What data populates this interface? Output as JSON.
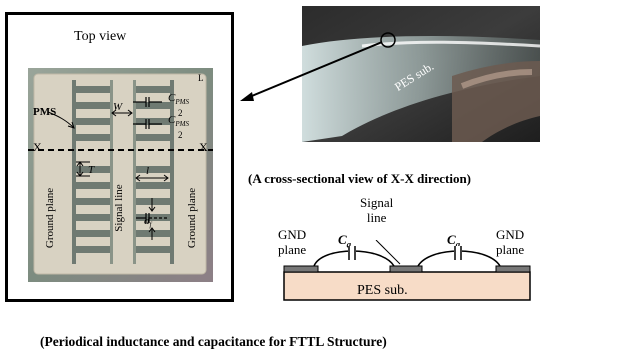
{
  "left_panel": {
    "title": "Top view",
    "labels": {
      "pms": "PMS",
      "w": "W",
      "c_pms_top": "C",
      "c_pms_top_sub": "PMS",
      "c_pms_top_den": "2",
      "c_pms_bottom": "C",
      "c_pms_bottom_sub": "PMS",
      "c_pms_bottom_den": "2",
      "x_left": "X",
      "x_right": "X",
      "t": "T",
      "l": "l",
      "d": "d",
      "d_sub": "f",
      "ground_plane_left": "Ground plane",
      "signal_line": "Signal line",
      "ground_plane_right": "Ground plane",
      "corner_mark": "L"
    }
  },
  "photo": {
    "substrate_label": "PES sub."
  },
  "cross_section": {
    "title": "(A cross-sectional view of X-X direction)",
    "signal_line_label": [
      "Signal",
      "line"
    ],
    "gnd_left": [
      "GND",
      "plane"
    ],
    "gnd_right": [
      "GND",
      "plane"
    ],
    "ca_left": "C",
    "ca_left_sub": "a",
    "ca_right": "C",
    "ca_right_sub": "a",
    "substrate": "PES sub."
  },
  "caption": "(Periodical inductance and capacitance for FTTL Structure)",
  "colors": {
    "substrate_fill": "#f7dcc7",
    "metal_fill": "#777777",
    "micrograph_bg": "#8a9a8a",
    "metal_top_view": "#d7d1bf",
    "photo_bg": "#3a3a3a"
  }
}
